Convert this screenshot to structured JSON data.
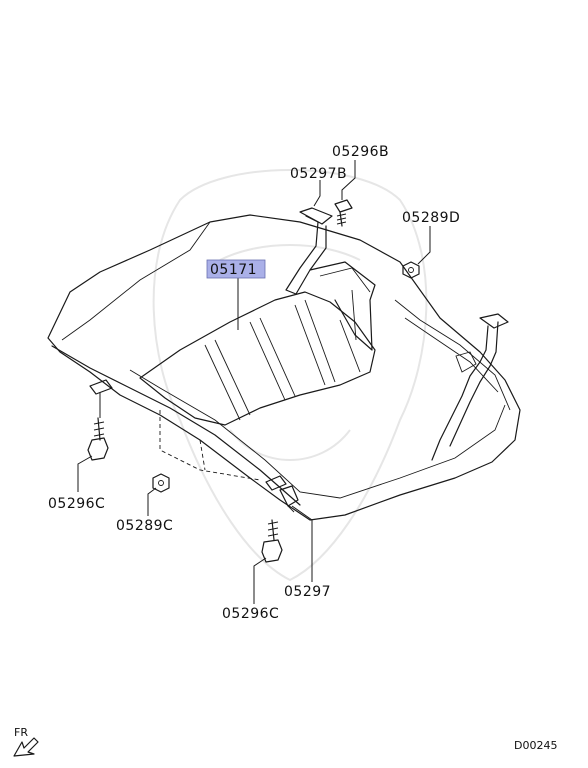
{
  "diagram": {
    "part_labels": {
      "p05296B": "05296B",
      "p05297B": "05297B",
      "p05289D": "05289D",
      "p05171": "05171",
      "p05296C_left": "05296C",
      "p05289C": "05289C",
      "p05297": "05297",
      "p05296C_bottom": "05296C"
    },
    "highlight_color": "#aab0e8",
    "direction_label": "FR",
    "diagram_code": "D00245"
  }
}
